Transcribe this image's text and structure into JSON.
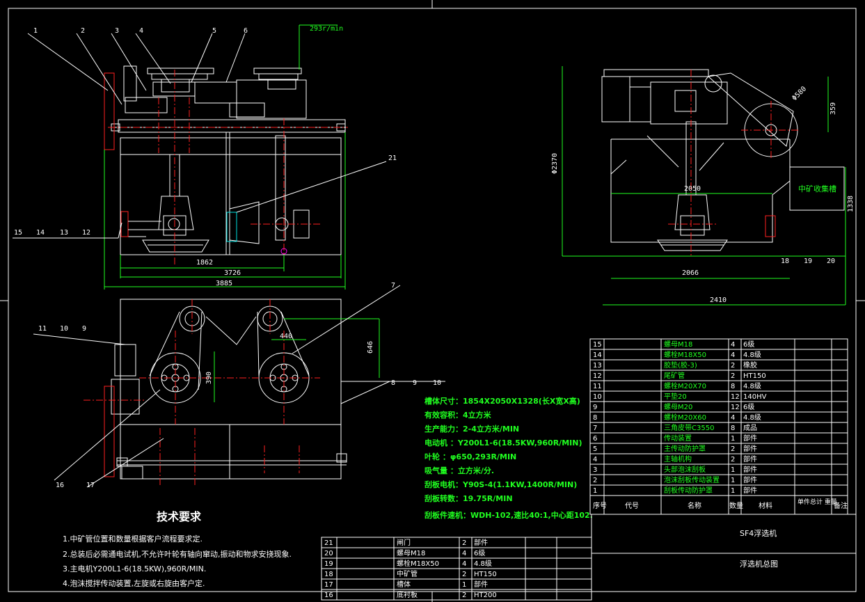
{
  "colors": {
    "line": "#ffffff",
    "center": "#ff2020",
    "dim": "#20ff20",
    "text": "#ffffff",
    "highlight": "#ff00ff",
    "accent": "#00e0e0"
  },
  "leader_numbers": {
    "n1": "1",
    "n2": "2",
    "n3": "3",
    "n4": "4",
    "n5": "5",
    "n6": "6",
    "n7": "7",
    "n8": "8",
    "n9": "9",
    "n10": "10",
    "n11": "11",
    "n12": "12",
    "n13": "13",
    "n14": "14",
    "n15": "15",
    "n16": "16",
    "n17": "17",
    "n18": "18",
    "n19": "19",
    "n20": "20",
    "n21": "21"
  },
  "dims": {
    "speed": "293r/min",
    "d1862": "1862",
    "d3726": "3726",
    "d3885": "3885",
    "d440": "440",
    "d646": "646",
    "d390": "390",
    "d2050": "2050",
    "d2066": "2066",
    "d2410": "2410",
    "d2370": "Φ2370",
    "d580": "Φ580",
    "d359": "359",
    "d1338": "1338",
    "collector": "中矿收集槽"
  },
  "specs": [
    "槽体尺寸：1854X2050X1328(长X宽X高)",
    "有效容积：4立方米",
    "生产能力：2-4立方米/MIN",
    "电动机 ：Y200L1-6(18.5KW,960R/MIN)",
    "叶轮 ：φ650,293R/MIN",
    "吸气量 ：立方米/分.",
    "刮板电机：Y90S-4(1.1KW,1400R/MIN)",
    "刮板转数：19.75R/MIN",
    "刮板件速机：WDH-102,速比40:1,中心距102."
  ],
  "requirements": {
    "title": "技术要求",
    "items": [
      "1.中矿管位置和数量根据客户流程要求定.",
      "2.总装后必需通电试机,不允许叶轮有轴向窜动,振动和物求安挠现象.",
      "3.主电机Y200L1-6(18.5KW),960R/MIN.",
      "4.泡沫搅拌传动装置,左旋或右旋由客户定."
    ]
  },
  "bom_right": [
    {
      "no": "15",
      "name": "螺母M18",
      "qty": "4",
      "mat": "6级"
    },
    {
      "no": "14",
      "name": "螺栓M18X50",
      "qty": "4",
      "mat": "4.8级"
    },
    {
      "no": "13",
      "name": "胶垫(胶-3)",
      "qty": "2",
      "mat": "橡胶"
    },
    {
      "no": "12",
      "name": "尾矿管",
      "qty": "2",
      "mat": "HT150"
    },
    {
      "no": "11",
      "name": "螺栓M20X70",
      "qty": "8",
      "mat": "4.8级"
    },
    {
      "no": "10",
      "name": "平垫20",
      "qty": "12",
      "mat": "140HV"
    },
    {
      "no": "9",
      "name": "螺母M20",
      "qty": "12",
      "mat": "6级"
    },
    {
      "no": "8",
      "name": "螺栓M20X60",
      "qty": "4",
      "mat": "4.8级"
    },
    {
      "no": "7",
      "name": "三角皮带C3550",
      "qty": "8",
      "mat": "成品"
    },
    {
      "no": "6",
      "name": "传动装置",
      "qty": "1",
      "mat": "部件"
    },
    {
      "no": "5",
      "name": "主传动防护罩",
      "qty": "2",
      "mat": "部件"
    },
    {
      "no": "4",
      "name": "主轴机构",
      "qty": "2",
      "mat": "部件"
    },
    {
      "no": "3",
      "name": "头部泡沫刮板",
      "qty": "1",
      "mat": "部件"
    },
    {
      "no": "2",
      "name": "泡沫刮板传动装置",
      "qty": "1",
      "mat": "部件"
    },
    {
      "no": "1",
      "name": "刮板传动防护罩",
      "qty": "1",
      "mat": "部件"
    }
  ],
  "bom_header": {
    "no": "序号",
    "code": "代号",
    "name": "名称",
    "qty": "数量",
    "mat": "材料",
    "weight": "单件总计 重量",
    "note": "备注"
  },
  "bom_left": [
    {
      "no": "21",
      "name": "闸门",
      "qty": "2",
      "mat": "部件"
    },
    {
      "no": "20",
      "name": "螺母M18",
      "qty": "4",
      "mat": "6级"
    },
    {
      "no": "19",
      "name": "螺栓M18X50",
      "qty": "4",
      "mat": "4.8级"
    },
    {
      "no": "18",
      "name": "中矿管",
      "qty": "2",
      "mat": "HT150"
    },
    {
      "no": "17",
      "name": "槽体",
      "qty": "1",
      "mat": "部件"
    },
    {
      "no": "16",
      "name": "底衬板",
      "qty": "2",
      "mat": "HT200"
    }
  ],
  "title_block": {
    "product": "SF4浮选机",
    "drawing": "浮选机总图"
  }
}
